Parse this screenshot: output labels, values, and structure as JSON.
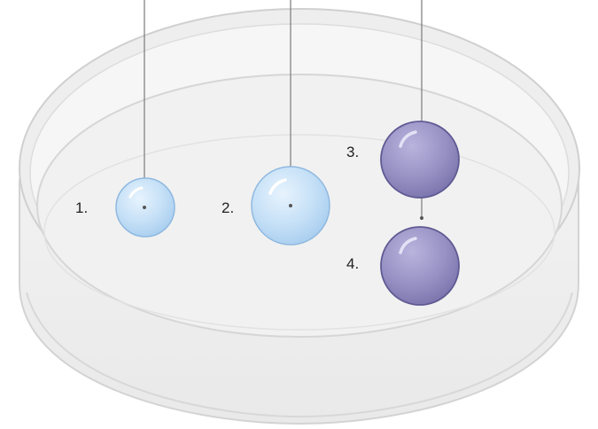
{
  "labels": {
    "one": "1.",
    "two": "2.",
    "three": "3.",
    "four": "4."
  },
  "colors": {
    "dish_rim": "#e6e6e6",
    "dish_inner": "#f2f2f2",
    "dish_outline": "#cfcfcf",
    "blue_cell_fill": "#bcdaf4",
    "blue_cell_edge": "#8fb9e0",
    "purple_cell_fill": "#9892c4",
    "purple_cell_edge": "#5f5a93",
    "pipette_line": "#7a7a7a"
  }
}
